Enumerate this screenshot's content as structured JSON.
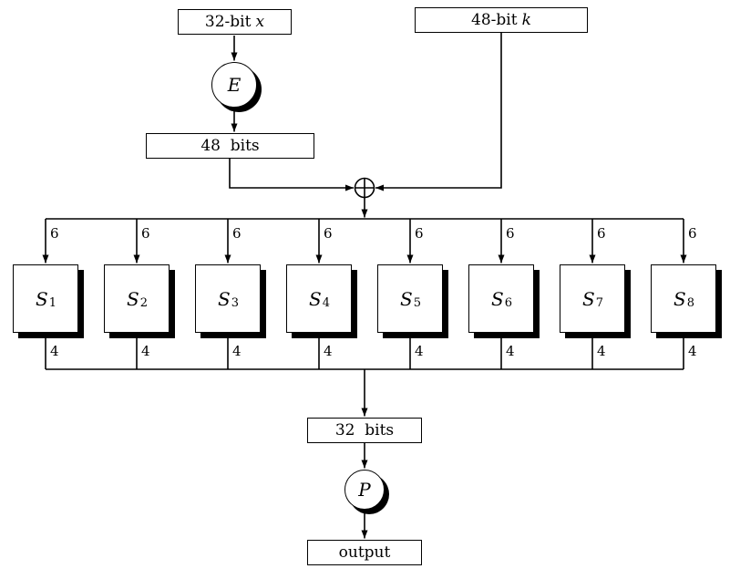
{
  "diagram": {
    "input_x": {
      "prefix": "32-bit",
      "var": "x"
    },
    "key_k": {
      "prefix": "48-bit",
      "var": "k"
    },
    "expansion_label": "E",
    "bits48_label": "48  bits",
    "sboxes": [
      {
        "name": "S",
        "sub": "1",
        "in_bits": "6",
        "out_bits": "4"
      },
      {
        "name": "S",
        "sub": "2",
        "in_bits": "6",
        "out_bits": "4"
      },
      {
        "name": "S",
        "sub": "3",
        "in_bits": "6",
        "out_bits": "4"
      },
      {
        "name": "S",
        "sub": "4",
        "in_bits": "6",
        "out_bits": "4"
      },
      {
        "name": "S",
        "sub": "5",
        "in_bits": "6",
        "out_bits": "4"
      },
      {
        "name": "S",
        "sub": "6",
        "in_bits": "6",
        "out_bits": "4"
      },
      {
        "name": "S",
        "sub": "7",
        "in_bits": "6",
        "out_bits": "4"
      },
      {
        "name": "S",
        "sub": "8",
        "in_bits": "6",
        "out_bits": "4"
      }
    ],
    "bits32_label": "32  bits",
    "permutation_label": "P",
    "output_label": "output",
    "colors": {
      "line": "#000000",
      "fill": "#ffffff",
      "shadow": "#000000",
      "background": "#ffffff"
    }
  }
}
